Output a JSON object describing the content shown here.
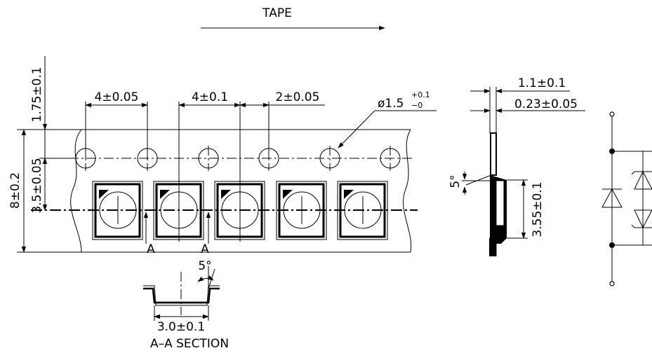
{
  "direction_label": "TAPE",
  "dims": {
    "pitch_hole": "4±0.05",
    "pitch_pocket": "4±0.1",
    "hole_to_pocket": "2±0.05",
    "hole_dia_base": "ø1.5",
    "hole_dia_plus": "+0.1",
    "hole_dia_minus": "−0",
    "edge_to_hole": "1.75±0.1",
    "tape_width": "8±0.2",
    "hole_to_center": "3.5±0.05",
    "carrier_thickness": "1.1±0.1",
    "tape_thickness": "0.23±0.05",
    "side_angle": "5°",
    "pocket_depth": "3.55±0.1",
    "section_angle": "5°",
    "section_width": "3.0±0.1",
    "section_title": "A–A SECTION",
    "section_mark": "A"
  }
}
